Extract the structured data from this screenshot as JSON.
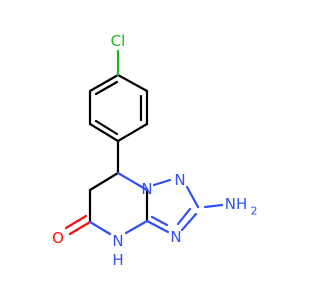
{
  "molecule": {
    "atoms": {
      "cl": {
        "text": "Cl",
        "color": "#1fb51f"
      },
      "n1": {
        "text": "N",
        "color": "#3050f8"
      },
      "n2": {
        "text": "N",
        "color": "#3050f8"
      },
      "n3": {
        "text": "N",
        "color": "#3050f8"
      },
      "nh2": {
        "text": "NH",
        "sub": "2",
        "color": "#3050f8"
      },
      "nh_ring": {
        "text": "N",
        "h": "H",
        "color": "#3050f8"
      },
      "o": {
        "text": "O",
        "color": "#ff0d0d"
      }
    },
    "colors": {
      "carbon": "#000000",
      "nitrogen": "#3050f8",
      "oxygen": "#ff0d0d",
      "chlorine": "#1fb51f"
    }
  }
}
